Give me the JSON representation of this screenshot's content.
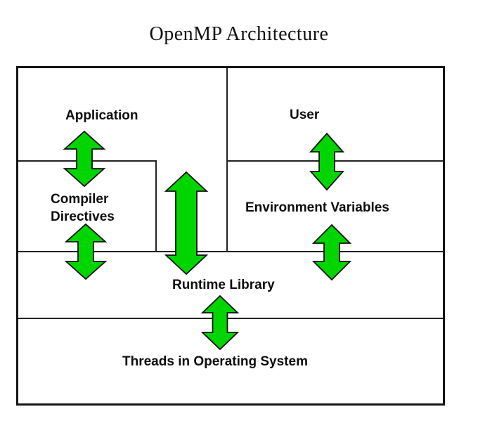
{
  "title": "OpenMP Architecture",
  "diagram": {
    "labels": {
      "application": "Application",
      "user": "User",
      "compiler_directives": "Compiler\nDirectives",
      "environment_variables": "Environment Variables",
      "runtime_library": "Runtime Library",
      "threads_os": "Threads in Operating System"
    },
    "arrows": [
      {
        "name": "application-compiler-directives-arrow",
        "from": "Application",
        "to": "Compiler Directives",
        "direction": "bidirectional"
      },
      {
        "name": "application-runtime-library-arrow",
        "from": "Application",
        "to": "Runtime Library",
        "direction": "bidirectional"
      },
      {
        "name": "user-environment-variables-arrow",
        "from": "User",
        "to": "Environment Variables",
        "direction": "bidirectional"
      },
      {
        "name": "compiler-directives-runtime-library-arrow",
        "from": "Compiler Directives",
        "to": "Runtime Library",
        "direction": "bidirectional"
      },
      {
        "name": "environment-variables-runtime-library-arrow",
        "from": "Environment Variables",
        "to": "Runtime Library",
        "direction": "bidirectional"
      },
      {
        "name": "runtime-library-threads-arrow",
        "from": "Runtime Library",
        "to": "Threads in Operating System",
        "direction": "bidirectional"
      }
    ],
    "colors": {
      "arrow_fill": "#00d500",
      "arrow_outline": "#101010",
      "line": "#222222",
      "border": "#151515",
      "text": "#0d0d0d",
      "background": "#ffffff"
    }
  }
}
